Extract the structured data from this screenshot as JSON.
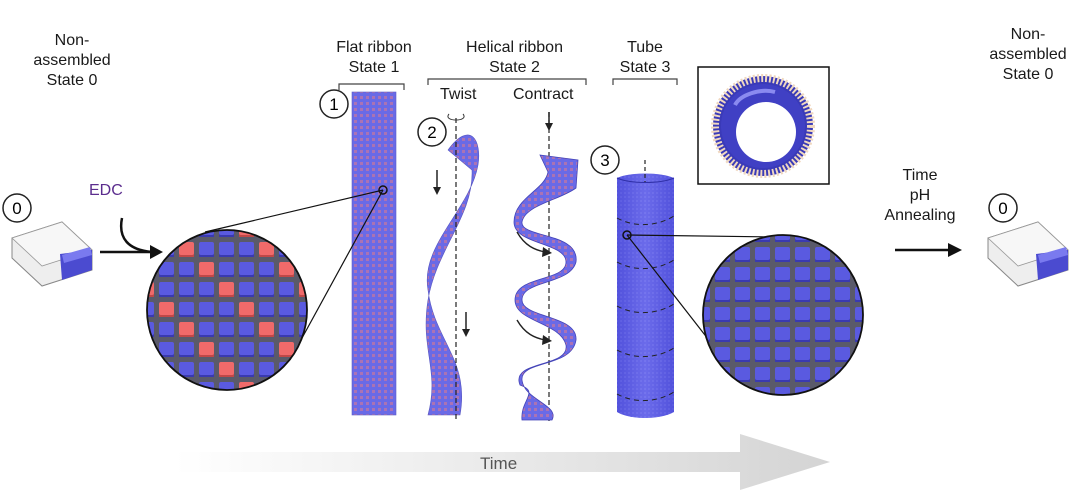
{
  "states": {
    "left_state0": {
      "line1": "Non-",
      "line2": "assembled",
      "line3": "State 0"
    },
    "right_state0": {
      "line1": "Non-",
      "line2": "assembled",
      "line3": "State 0"
    },
    "state1": {
      "line1": "Flat ribbon",
      "line2": "State 1"
    },
    "state2": {
      "line1": "Helical ribbon",
      "line2": "State 2"
    },
    "state3": {
      "line1": "Tube",
      "line2": "State 3"
    }
  },
  "badges": {
    "b0_left": "0",
    "b1": "1",
    "b2": "2",
    "b3": "3",
    "b0_right": "0"
  },
  "annotations": {
    "twist": "Twist",
    "contract": "Contract",
    "edc": "EDC"
  },
  "conditions": {
    "line1": "Time",
    "line2": "pH",
    "line3": "Annealing"
  },
  "time_arrow_label": "Time",
  "colors": {
    "blue": "#5a5ae0",
    "red": "#f06a6a",
    "edc": "#5b2d8e",
    "frame": "#2a2a2a"
  }
}
